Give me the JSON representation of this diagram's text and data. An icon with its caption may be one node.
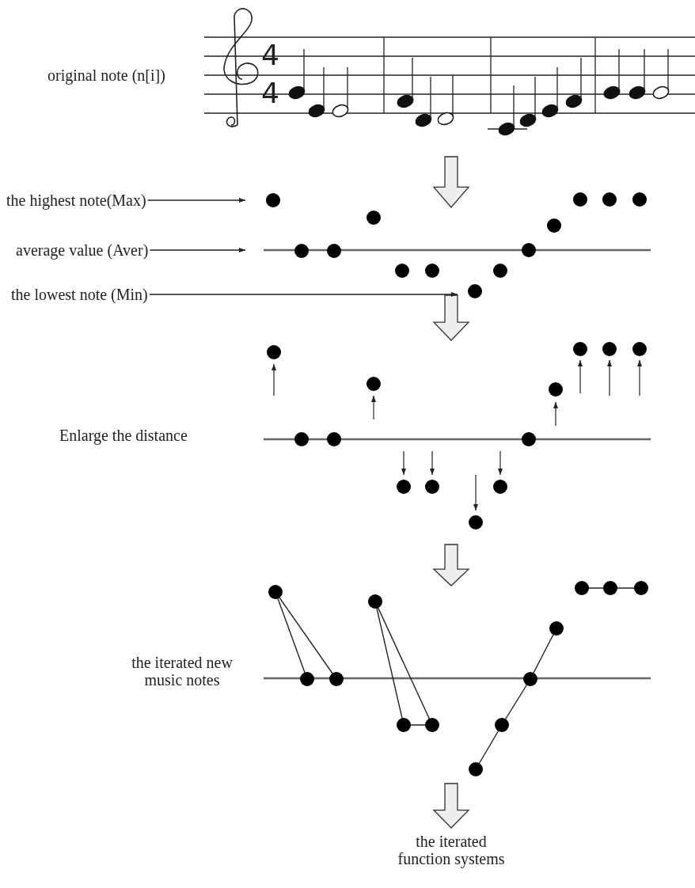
{
  "diagram": {
    "nodes": [
      {
        "text": [
          "original note (n[i])"
        ]
      },
      {
        "text": [
          "the highest note(Max)"
        ]
      },
      {
        "text": [
          "average value (Aver)"
        ]
      },
      {
        "text": [
          "the lowest note (Min)"
        ]
      },
      {
        "text": [
          "Enlarge the distance"
        ]
      },
      {
        "text": [
          "the iterated new music notes"
        ]
      },
      {
        "text": [
          "the iterated function systems"
        ]
      }
    ],
    "edges": [
      {
        "from": 1,
        "to": null,
        "arrow": "to"
      },
      {
        "from": 2,
        "to": null,
        "arrow": "to"
      },
      {
        "from": 3,
        "to": null,
        "arrow": "to"
      },
      {
        "from": null,
        "to": 6,
        "arrow": "to"
      }
    ],
    "labels": [
      "4",
      "4"
    ]
  }
}
